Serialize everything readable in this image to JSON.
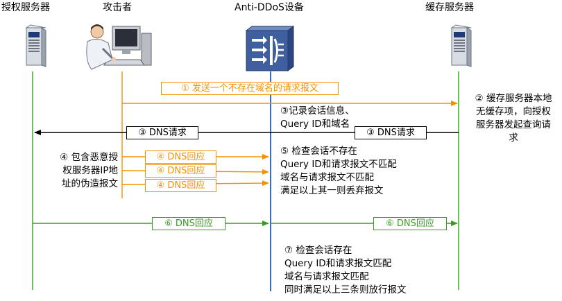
{
  "participants": {
    "auth_server": "授权服务器",
    "attacker": "攻击者",
    "anti_ddos": "Anti-DDoS设备",
    "cache_server": "缓存服务器"
  },
  "messages": {
    "m1": "① 发送一个不存在域名的请求报文",
    "m3_left": "③ DNS请求",
    "m3_right": "③ DNS请求",
    "m4a": "④ DNS回应",
    "m4b": "④ DNS回应",
    "m4c": "④ DNS回应",
    "m6_left": "⑥ DNS回应",
    "m6_right": "⑥ DNS回应"
  },
  "notes": {
    "step2": [
      "② 缓存服务器本地",
      "无缓存项，向授权",
      "服务器发起查询请",
      "求"
    ],
    "step3": [
      "③记录会话信息、",
      "Query ID和域名"
    ],
    "step4": [
      "④ 包含恶意授",
      "权服务器IP地",
      "址的伪造报文"
    ],
    "step5": [
      "⑤ 检查会话不存在",
      "Query ID和请求报文不匹配",
      "域名与请求报文不匹配",
      "满足以上其一则丢弃报文"
    ],
    "step7": [
      "⑦ 检查会话存在",
      "Query ID和请求报文匹配",
      "域名与请求报文匹配",
      "同时满足以上三条则放行报文"
    ]
  },
  "colors": {
    "orange": "#f39200",
    "green": "#3a9a24",
    "blue": "#2f6fd1",
    "black": "#000000",
    "device_blue": "#3f5f9e"
  },
  "icons": {
    "auth_server": "server-icon",
    "attacker": "attacker-at-computer-icon",
    "anti_ddos": "firewall-device-icon",
    "cache_server": "server-icon"
  }
}
